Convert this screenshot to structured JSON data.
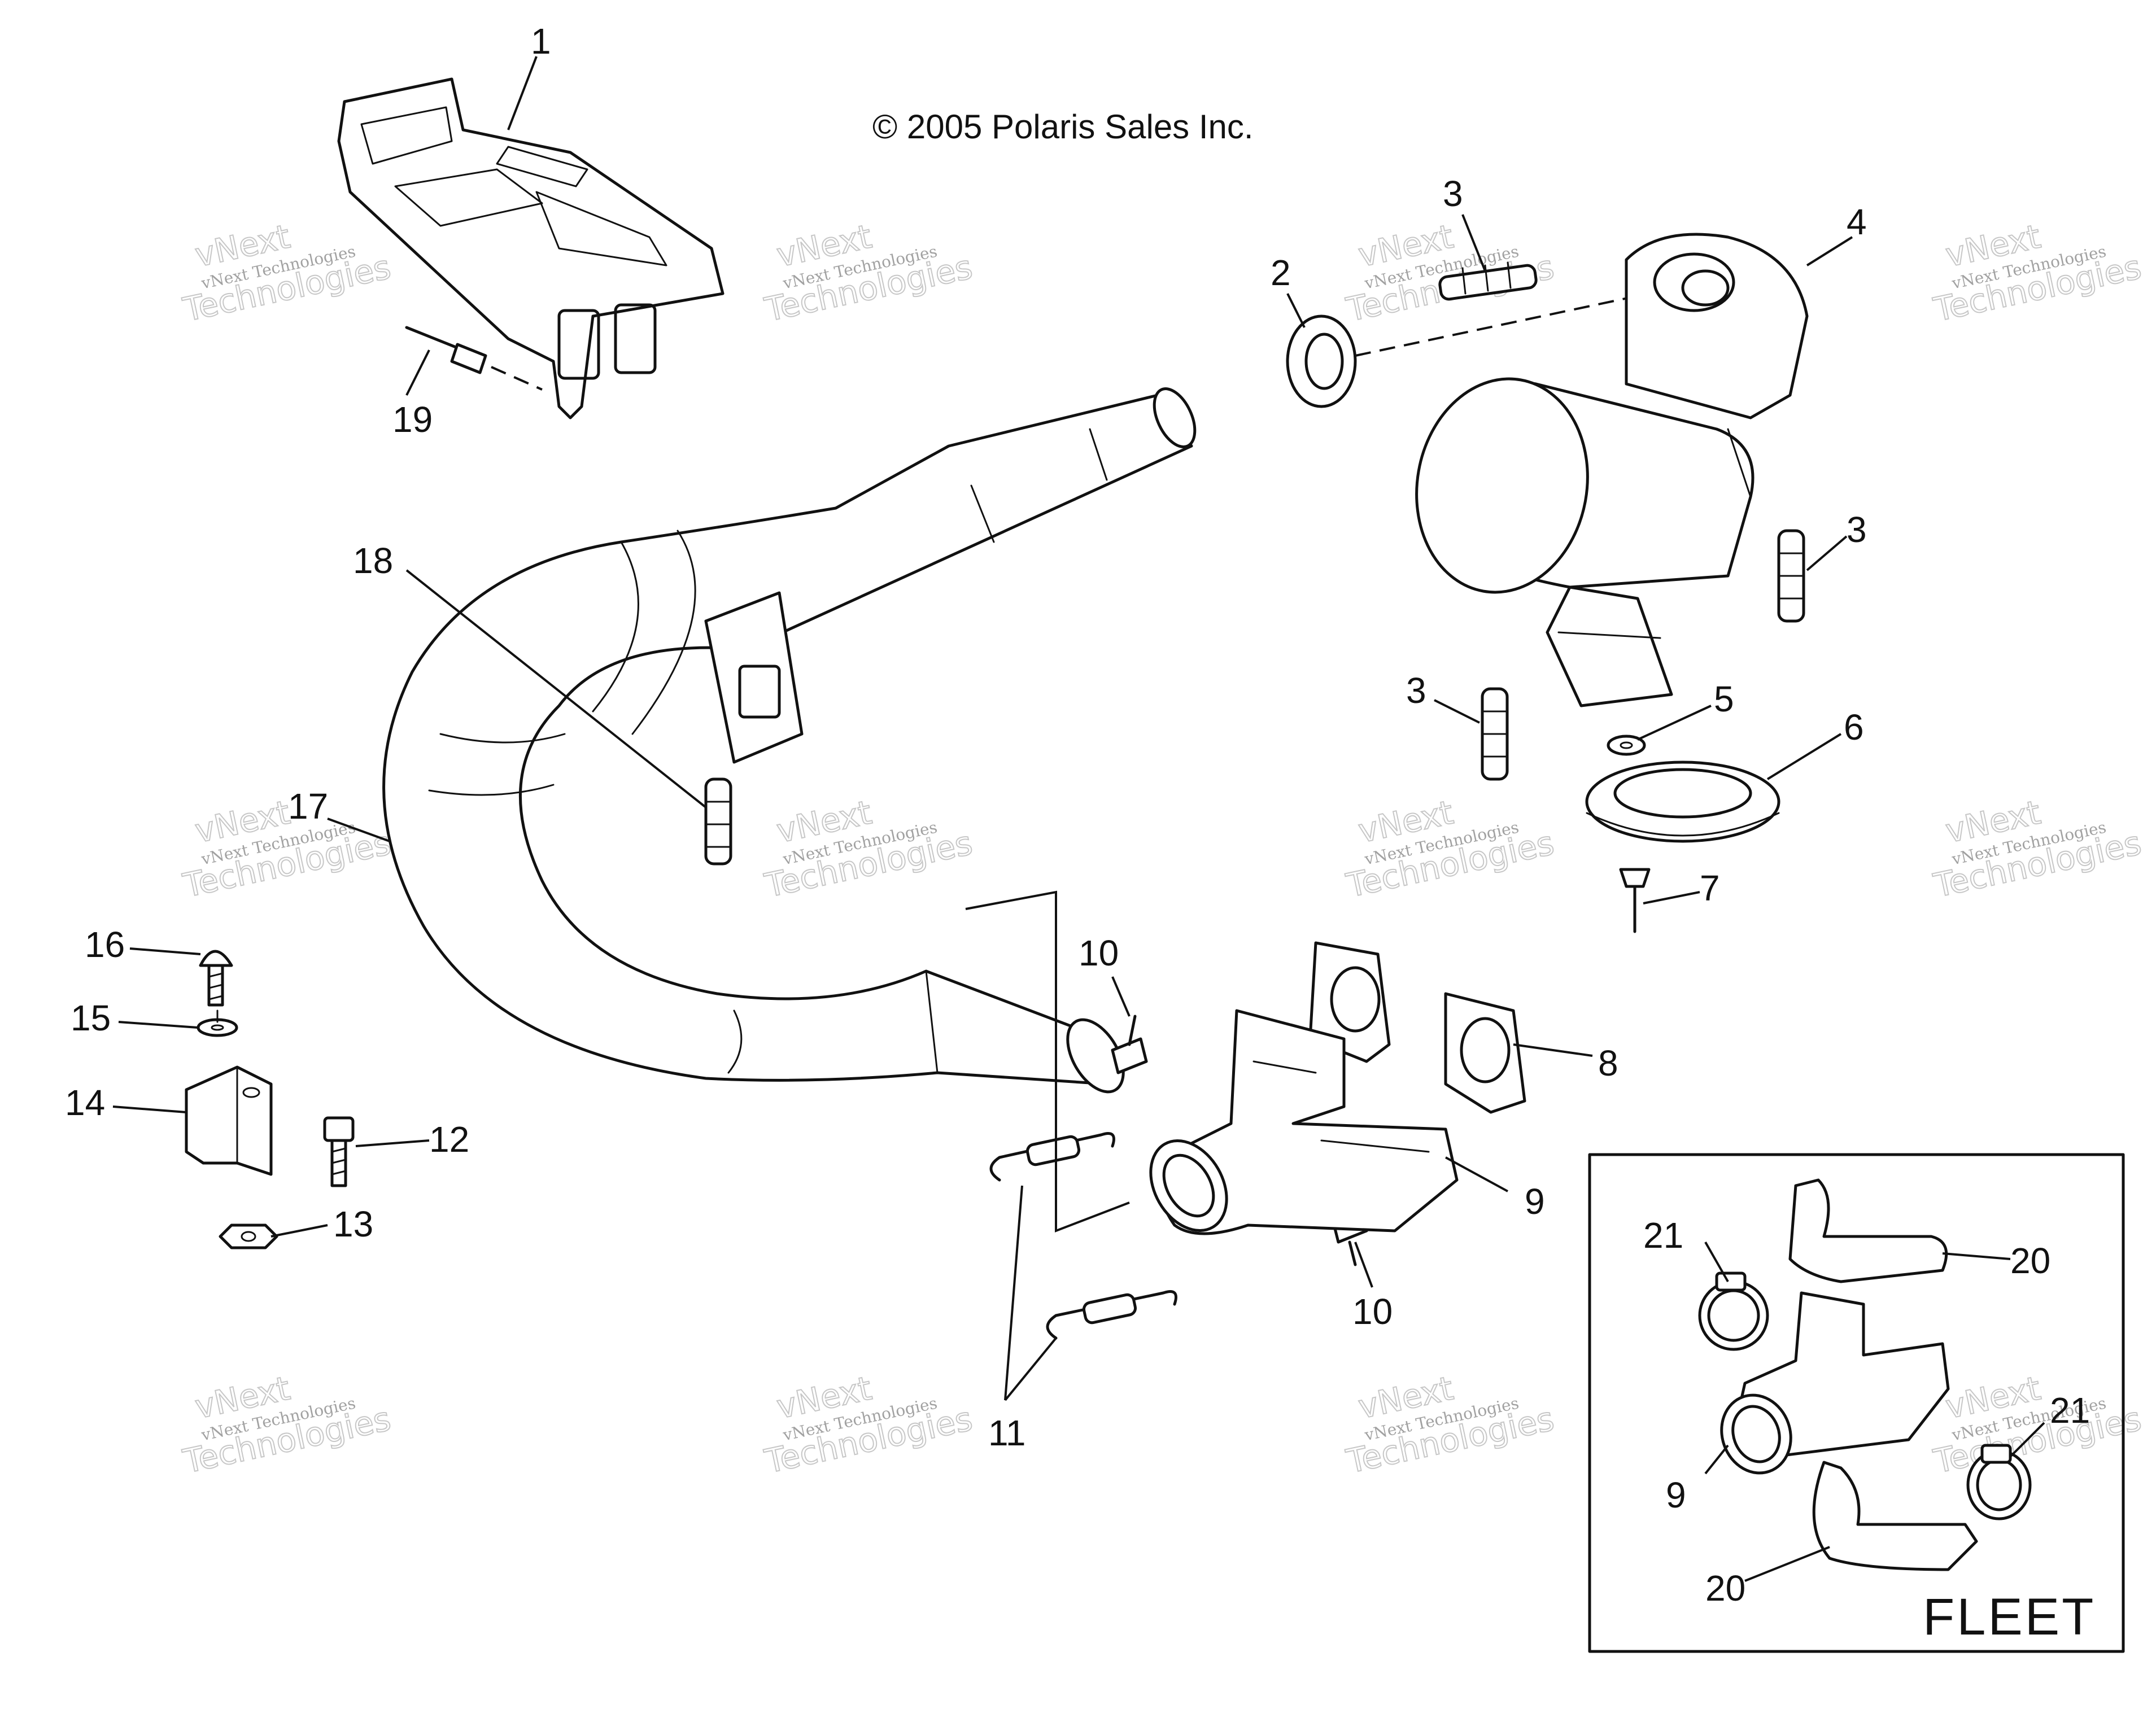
{
  "copyright": "© 2005 Polaris Sales Inc.",
  "inset_label": "FLEET",
  "watermark": {
    "line1": "vNext Technologies",
    "line2": "vNext",
    "line3": "Technologies"
  },
  "callouts": {
    "c1": "1",
    "c2": "2",
    "c3a": "3",
    "c3b": "3",
    "c3c": "3",
    "c4": "4",
    "c5": "5",
    "c6": "6",
    "c7": "7",
    "c8": "8",
    "c9a": "9",
    "c9b": "9",
    "c10a": "10",
    "c10b": "10",
    "c11": "11",
    "c12": "12",
    "c13": "13",
    "c14": "14",
    "c15": "15",
    "c16": "16",
    "c17": "17",
    "c18": "18",
    "c19": "19",
    "c20a": "20",
    "c20b": "20",
    "c21a": "21",
    "c21b": "21"
  },
  "parts": [
    {
      "ref": "1",
      "icon": "heat-shield-bracket-icon"
    },
    {
      "ref": "2",
      "icon": "seal-ring-icon"
    },
    {
      "ref": "3",
      "icon": "spring-icon"
    },
    {
      "ref": "4",
      "icon": "muffler-icon"
    },
    {
      "ref": "5",
      "icon": "washer-icon"
    },
    {
      "ref": "6",
      "icon": "grommet-icon"
    },
    {
      "ref": "7",
      "icon": "rivet-icon"
    },
    {
      "ref": "8",
      "icon": "gasket-icon"
    },
    {
      "ref": "9",
      "icon": "exhaust-manifold-icon"
    },
    {
      "ref": "10",
      "icon": "stud-icon"
    },
    {
      "ref": "11",
      "icon": "spring-icon"
    },
    {
      "ref": "12",
      "icon": "bolt-icon"
    },
    {
      "ref": "13",
      "icon": "nut-icon"
    },
    {
      "ref": "14",
      "icon": "bracket-icon"
    },
    {
      "ref": "15",
      "icon": "washer-icon"
    },
    {
      "ref": "16",
      "icon": "screw-icon"
    },
    {
      "ref": "17",
      "icon": "expansion-chamber-icon"
    },
    {
      "ref": "18",
      "icon": "spring-icon"
    },
    {
      "ref": "19",
      "icon": "rivet-icon"
    },
    {
      "ref": "20",
      "icon": "heat-shield-icon"
    },
    {
      "ref": "21",
      "icon": "hose-clamp-icon"
    }
  ]
}
